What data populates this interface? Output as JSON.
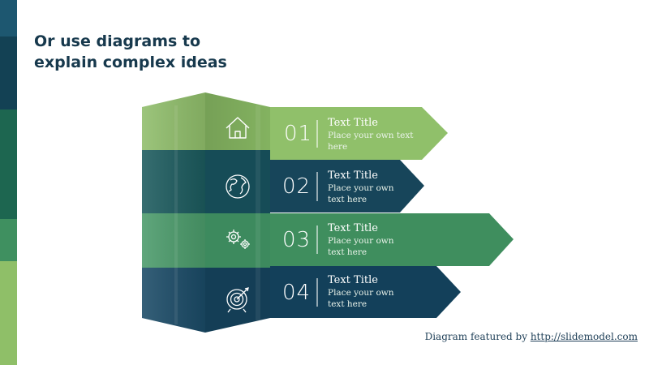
{
  "slide": {
    "title_lines": [
      "Or use diagrams to",
      "explain complex ideas"
    ],
    "credit_text": "Diagram featured by",
    "credit_link": "http://slidemodel.com"
  },
  "colors": {
    "light_green": "#8fbd6a",
    "navy": "#17455a",
    "mid_green": "#3f8e5e",
    "dark_navy": "#13405a",
    "title": "#17394d"
  },
  "steps": [
    {
      "number": "01",
      "title": "Text Title",
      "text": "Place your own text here",
      "icon": "house-icon"
    },
    {
      "number": "02",
      "title": "Text Title",
      "text": "Place your own text here",
      "icon": "globe-icon"
    },
    {
      "number": "03",
      "title": "Text Title",
      "text": "Place your own text here",
      "icon": "gears-icon"
    },
    {
      "number": "04",
      "title": "Text Title",
      "text": "Place your own text here",
      "icon": "target-icon"
    }
  ]
}
